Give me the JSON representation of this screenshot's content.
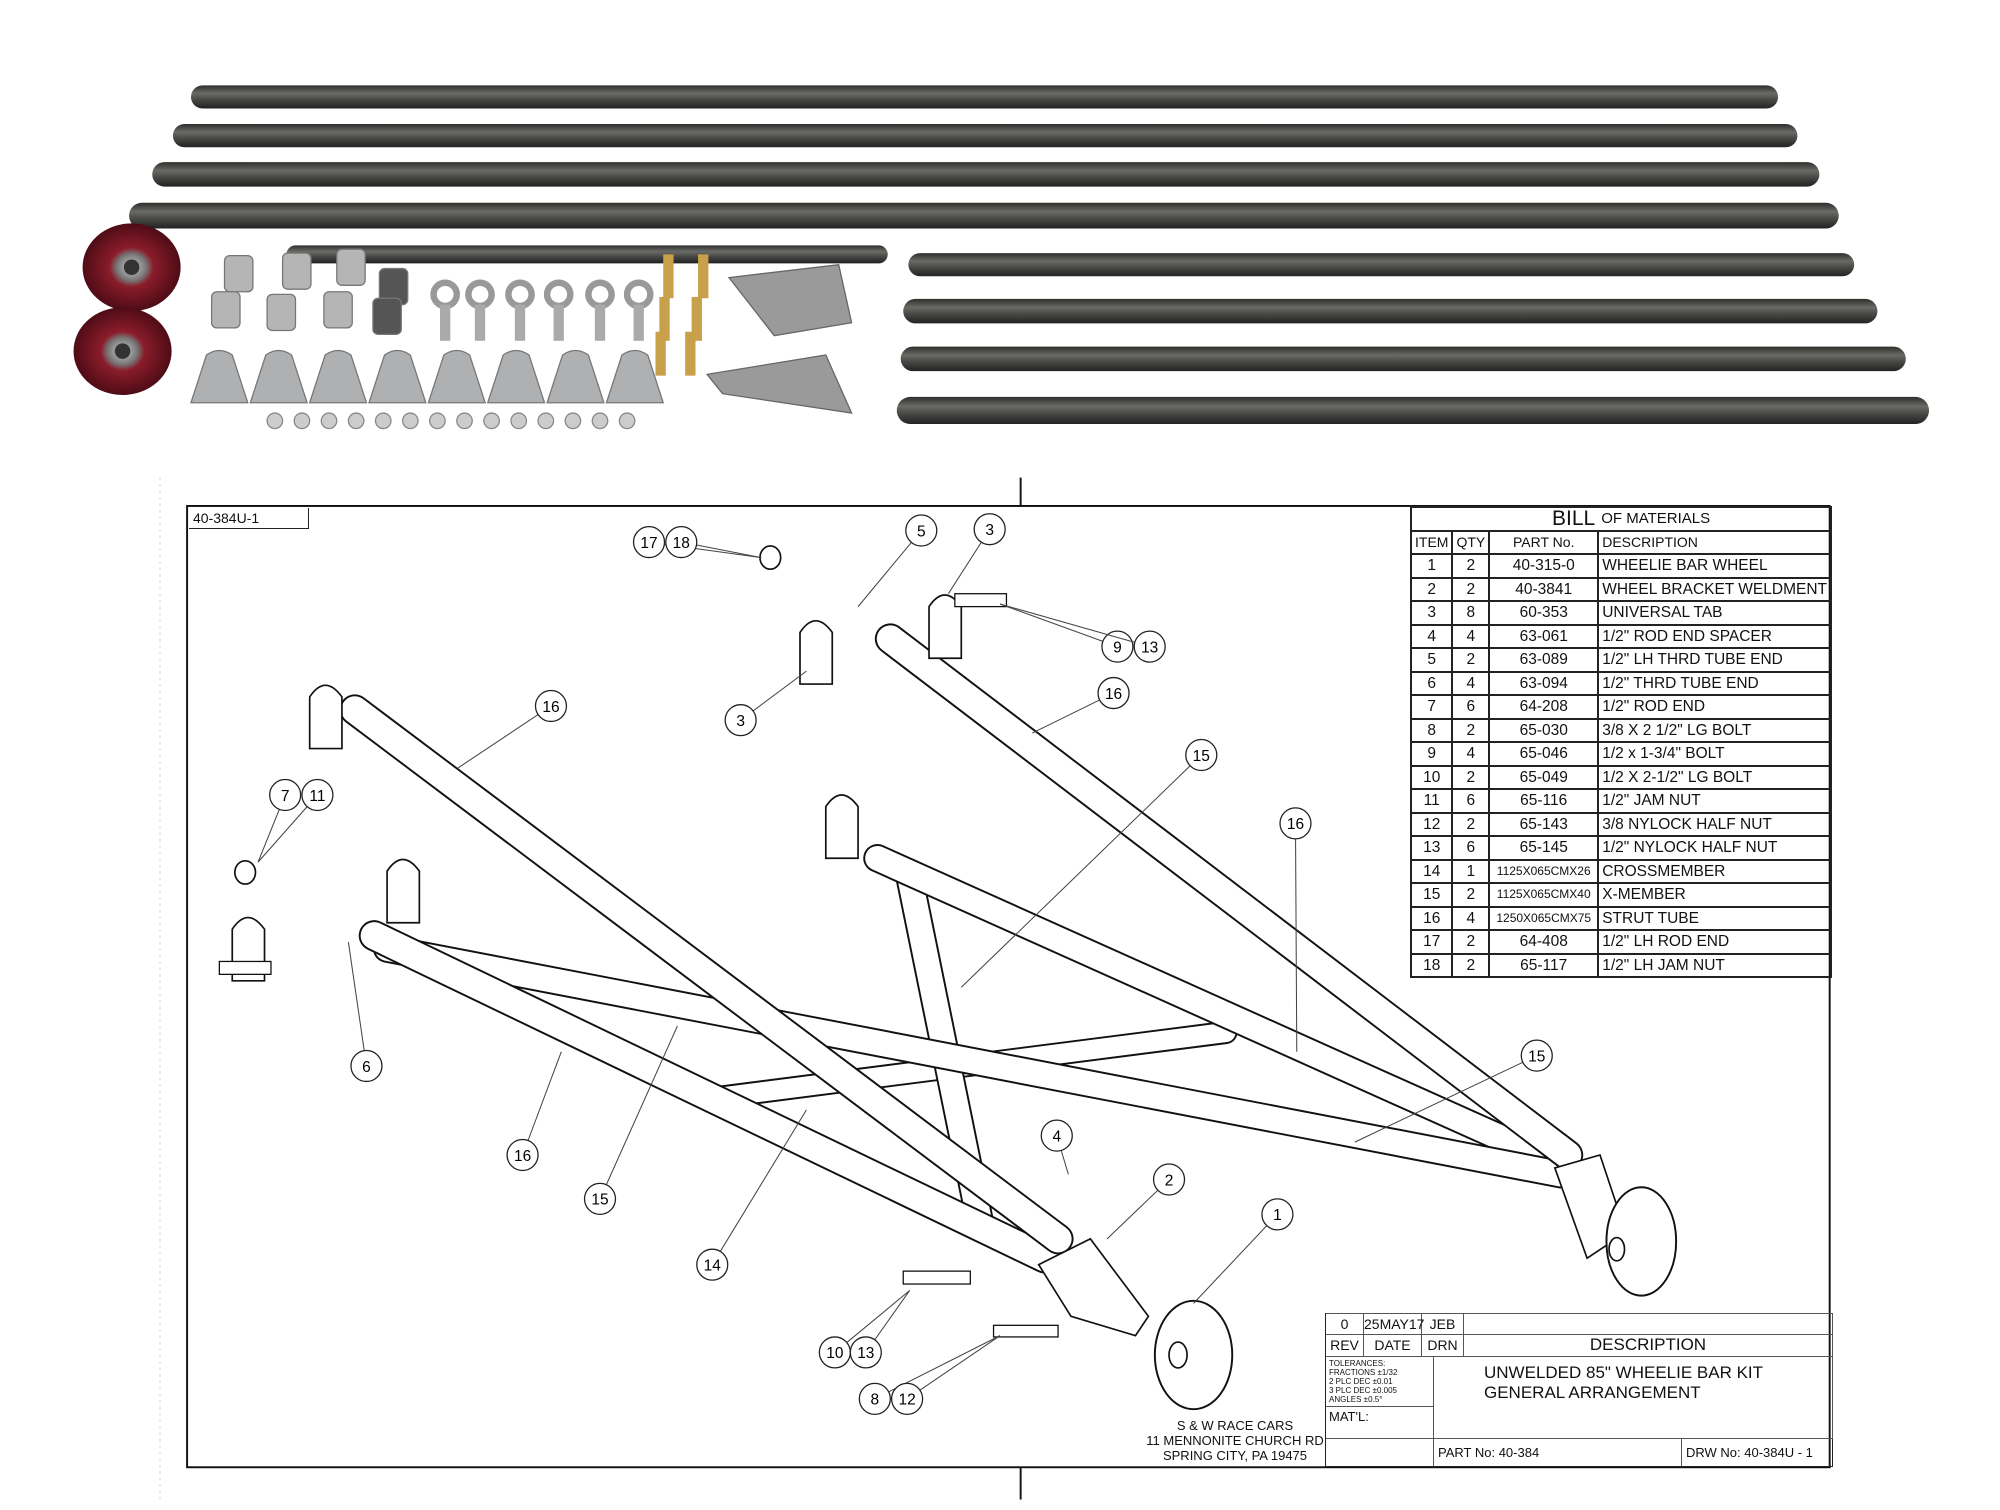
{
  "drawing": {
    "sheet_label": "40-384U-1",
    "balloons": [
      "17",
      "18",
      "5",
      "3",
      "9",
      "13",
      "3",
      "16",
      "16",
      "15",
      "16",
      "7",
      "11",
      "6",
      "16",
      "15",
      "14",
      "4",
      "2",
      "1",
      "15",
      "10",
      "13",
      "8",
      "12"
    ]
  },
  "bom": {
    "title_left": "BILL",
    "title_right": "OF MATERIALS",
    "headers": {
      "item": "ITEM",
      "qty": "QTY",
      "part": "PART No.",
      "desc": "DESCRIPTION"
    },
    "rows": [
      {
        "item": "1",
        "qty": "2",
        "part": "40-315-0",
        "desc": "WHEELIE BAR WHEEL"
      },
      {
        "item": "2",
        "qty": "2",
        "part": "40-3841",
        "desc": "WHEEL BRACKET WELDMENT"
      },
      {
        "item": "3",
        "qty": "8",
        "part": "60-353",
        "desc": "UNIVERSAL TAB"
      },
      {
        "item": "4",
        "qty": "4",
        "part": "63-061",
        "desc": "1/2\" ROD END SPACER"
      },
      {
        "item": "5",
        "qty": "2",
        "part": "63-089",
        "desc": "1/2\" LH THRD TUBE END"
      },
      {
        "item": "6",
        "qty": "4",
        "part": "63-094",
        "desc": "1/2\" THRD TUBE END"
      },
      {
        "item": "7",
        "qty": "6",
        "part": "64-208",
        "desc": "1/2\" ROD END"
      },
      {
        "item": "8",
        "qty": "2",
        "part": "65-030",
        "desc": "3/8 X 2 1/2\" LG BOLT"
      },
      {
        "item": "9",
        "qty": "4",
        "part": "65-046",
        "desc": "1/2 x 1-3/4\" BOLT"
      },
      {
        "item": "10",
        "qty": "2",
        "part": "65-049",
        "desc": "1/2 X 2-1/2\" LG BOLT"
      },
      {
        "item": "11",
        "qty": "6",
        "part": "65-116",
        "desc": "1/2\" JAM NUT"
      },
      {
        "item": "12",
        "qty": "2",
        "part": "65-143",
        "desc": "3/8 NYLOCK HALF NUT"
      },
      {
        "item": "13",
        "qty": "6",
        "part": "65-145",
        "desc": "1/2\" NYLOCK HALF NUT"
      },
      {
        "item": "14",
        "qty": "1",
        "part": "1125X065CMX26",
        "desc": "CROSSMEMBER"
      },
      {
        "item": "15",
        "qty": "2",
        "part": "1125X065CMX40",
        "desc": "X-MEMBER"
      },
      {
        "item": "16",
        "qty": "4",
        "part": "1250X065CMX75",
        "desc": "STRUT TUBE"
      },
      {
        "item": "17",
        "qty": "2",
        "part": "64-408",
        "desc": "1/2\" LH ROD END"
      },
      {
        "item": "18",
        "qty": "2",
        "part": "65-117",
        "desc": "1/2\" LH JAM NUT"
      }
    ]
  },
  "title_block": {
    "rev": "0",
    "date": "25MAY17",
    "drn": "JEB",
    "rev_label": "REV",
    "date_label": "DATE",
    "drn_label": "DRN",
    "description_label": "DESCRIPTION",
    "tolerances": [
      "TOLERANCES:",
      "FRACTIONS ±1/32",
      "2 PLC DEC ±0.01",
      "3 PLC DEC ±0.005",
      "ANGLES ±0.5°"
    ],
    "material_label": "MAT'L:",
    "description_lines": [
      "UNWELDED 85\" WHEELIE BAR KIT",
      "GENERAL ARRANGEMENT"
    ],
    "part_no": "PART No: 40-384",
    "drw_no": "DRW No: 40-384U - 1"
  },
  "company": {
    "name": "S & W RACE CARS",
    "address1": "11 MENNONITE CHURCH RD",
    "address2": "SPRING CITY, PA 19475"
  },
  "colors": {
    "tube": "#4a4a48",
    "wheel": "#6e1420",
    "brass": "#c9a04a",
    "steel": "#a8a8a8"
  }
}
